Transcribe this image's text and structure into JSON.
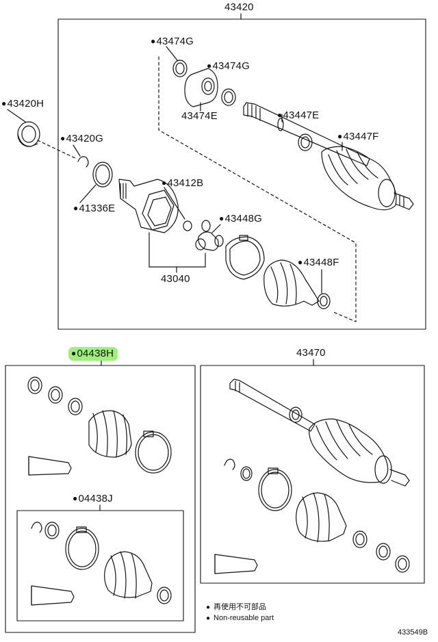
{
  "diagram": {
    "assembly_label": "43420",
    "labels": [
      {
        "id": "43474g-a",
        "text": "43474G",
        "dot": true
      },
      {
        "id": "43474g-b",
        "text": "43474G",
        "dot": true
      },
      {
        "id": "43474e",
        "text": "43474E",
        "dot": false
      },
      {
        "id": "43420h",
        "text": "43420H",
        "dot": true
      },
      {
        "id": "43447e",
        "text": "43447E",
        "dot": true
      },
      {
        "id": "43420g",
        "text": "43420G",
        "dot": true
      },
      {
        "id": "43447f",
        "text": "43447F",
        "dot": true
      },
      {
        "id": "43412b",
        "text": "43412B",
        "dot": true
      },
      {
        "id": "41336e",
        "text": "41336E",
        "dot": true
      },
      {
        "id": "43448g",
        "text": "43448G",
        "dot": true
      },
      {
        "id": "43448f",
        "text": "43448F",
        "dot": true
      },
      {
        "id": "43040",
        "text": "43040",
        "dot": false
      },
      {
        "id": "04438h",
        "text": "04438H",
        "dot": true,
        "highlight": true
      },
      {
        "id": "43470",
        "text": "43470",
        "dot": false
      },
      {
        "id": "04438j",
        "text": "04438J",
        "dot": true
      }
    ],
    "legend": {
      "line1": "再使用不可部品",
      "line2": "Non-reusable part"
    },
    "figure_code": "433549B",
    "highlight_color": "#9ff07a"
  }
}
